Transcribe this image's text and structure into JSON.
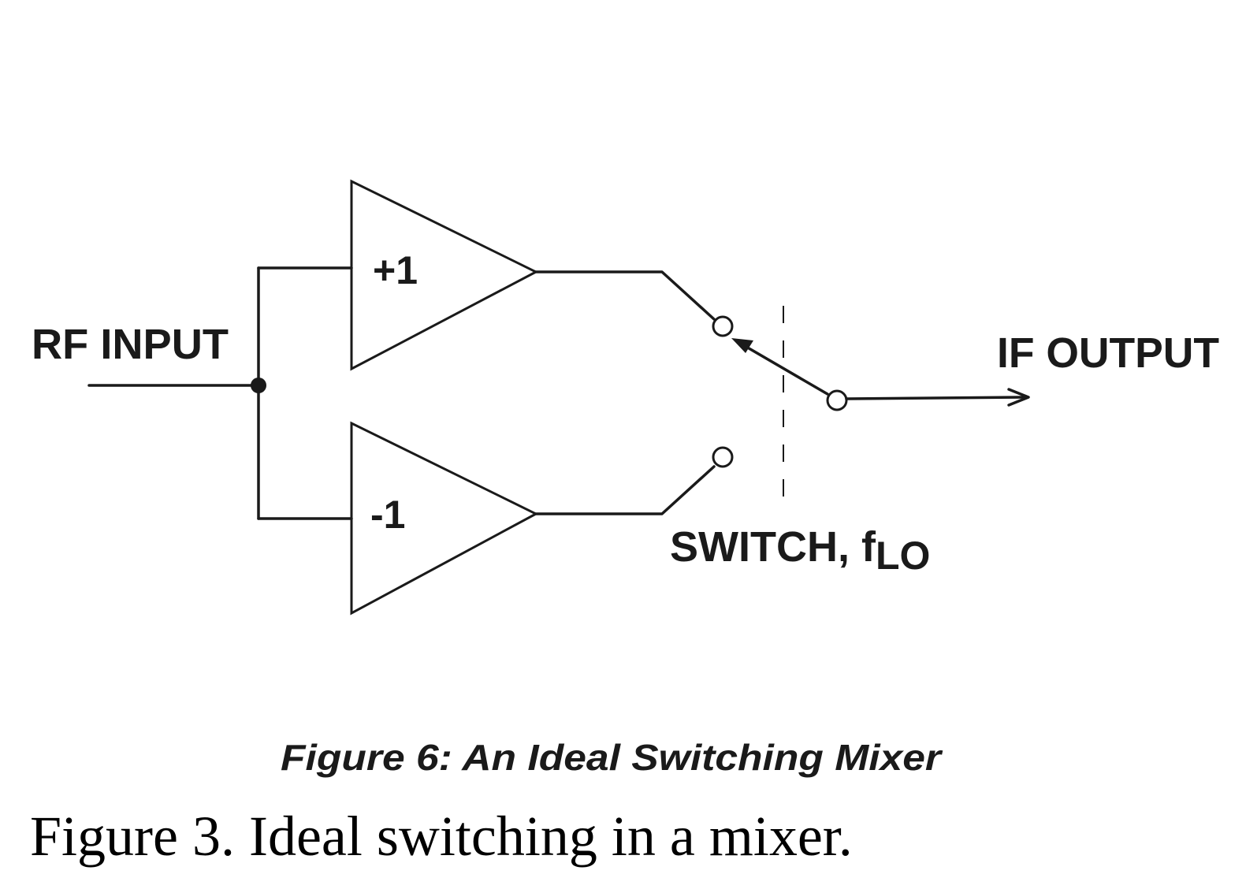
{
  "diagram": {
    "rf_input_label": "RF INPUT",
    "if_output_label": "IF OUTPUT",
    "amp_top_gain": "+1",
    "amp_bottom_gain": "-1",
    "switch_label": "SWITCH, f",
    "switch_subscript": "LO",
    "inner_caption": "Figure 6: An Ideal Switching Mixer"
  },
  "caption": "Figure 3. Ideal switching in a mixer."
}
